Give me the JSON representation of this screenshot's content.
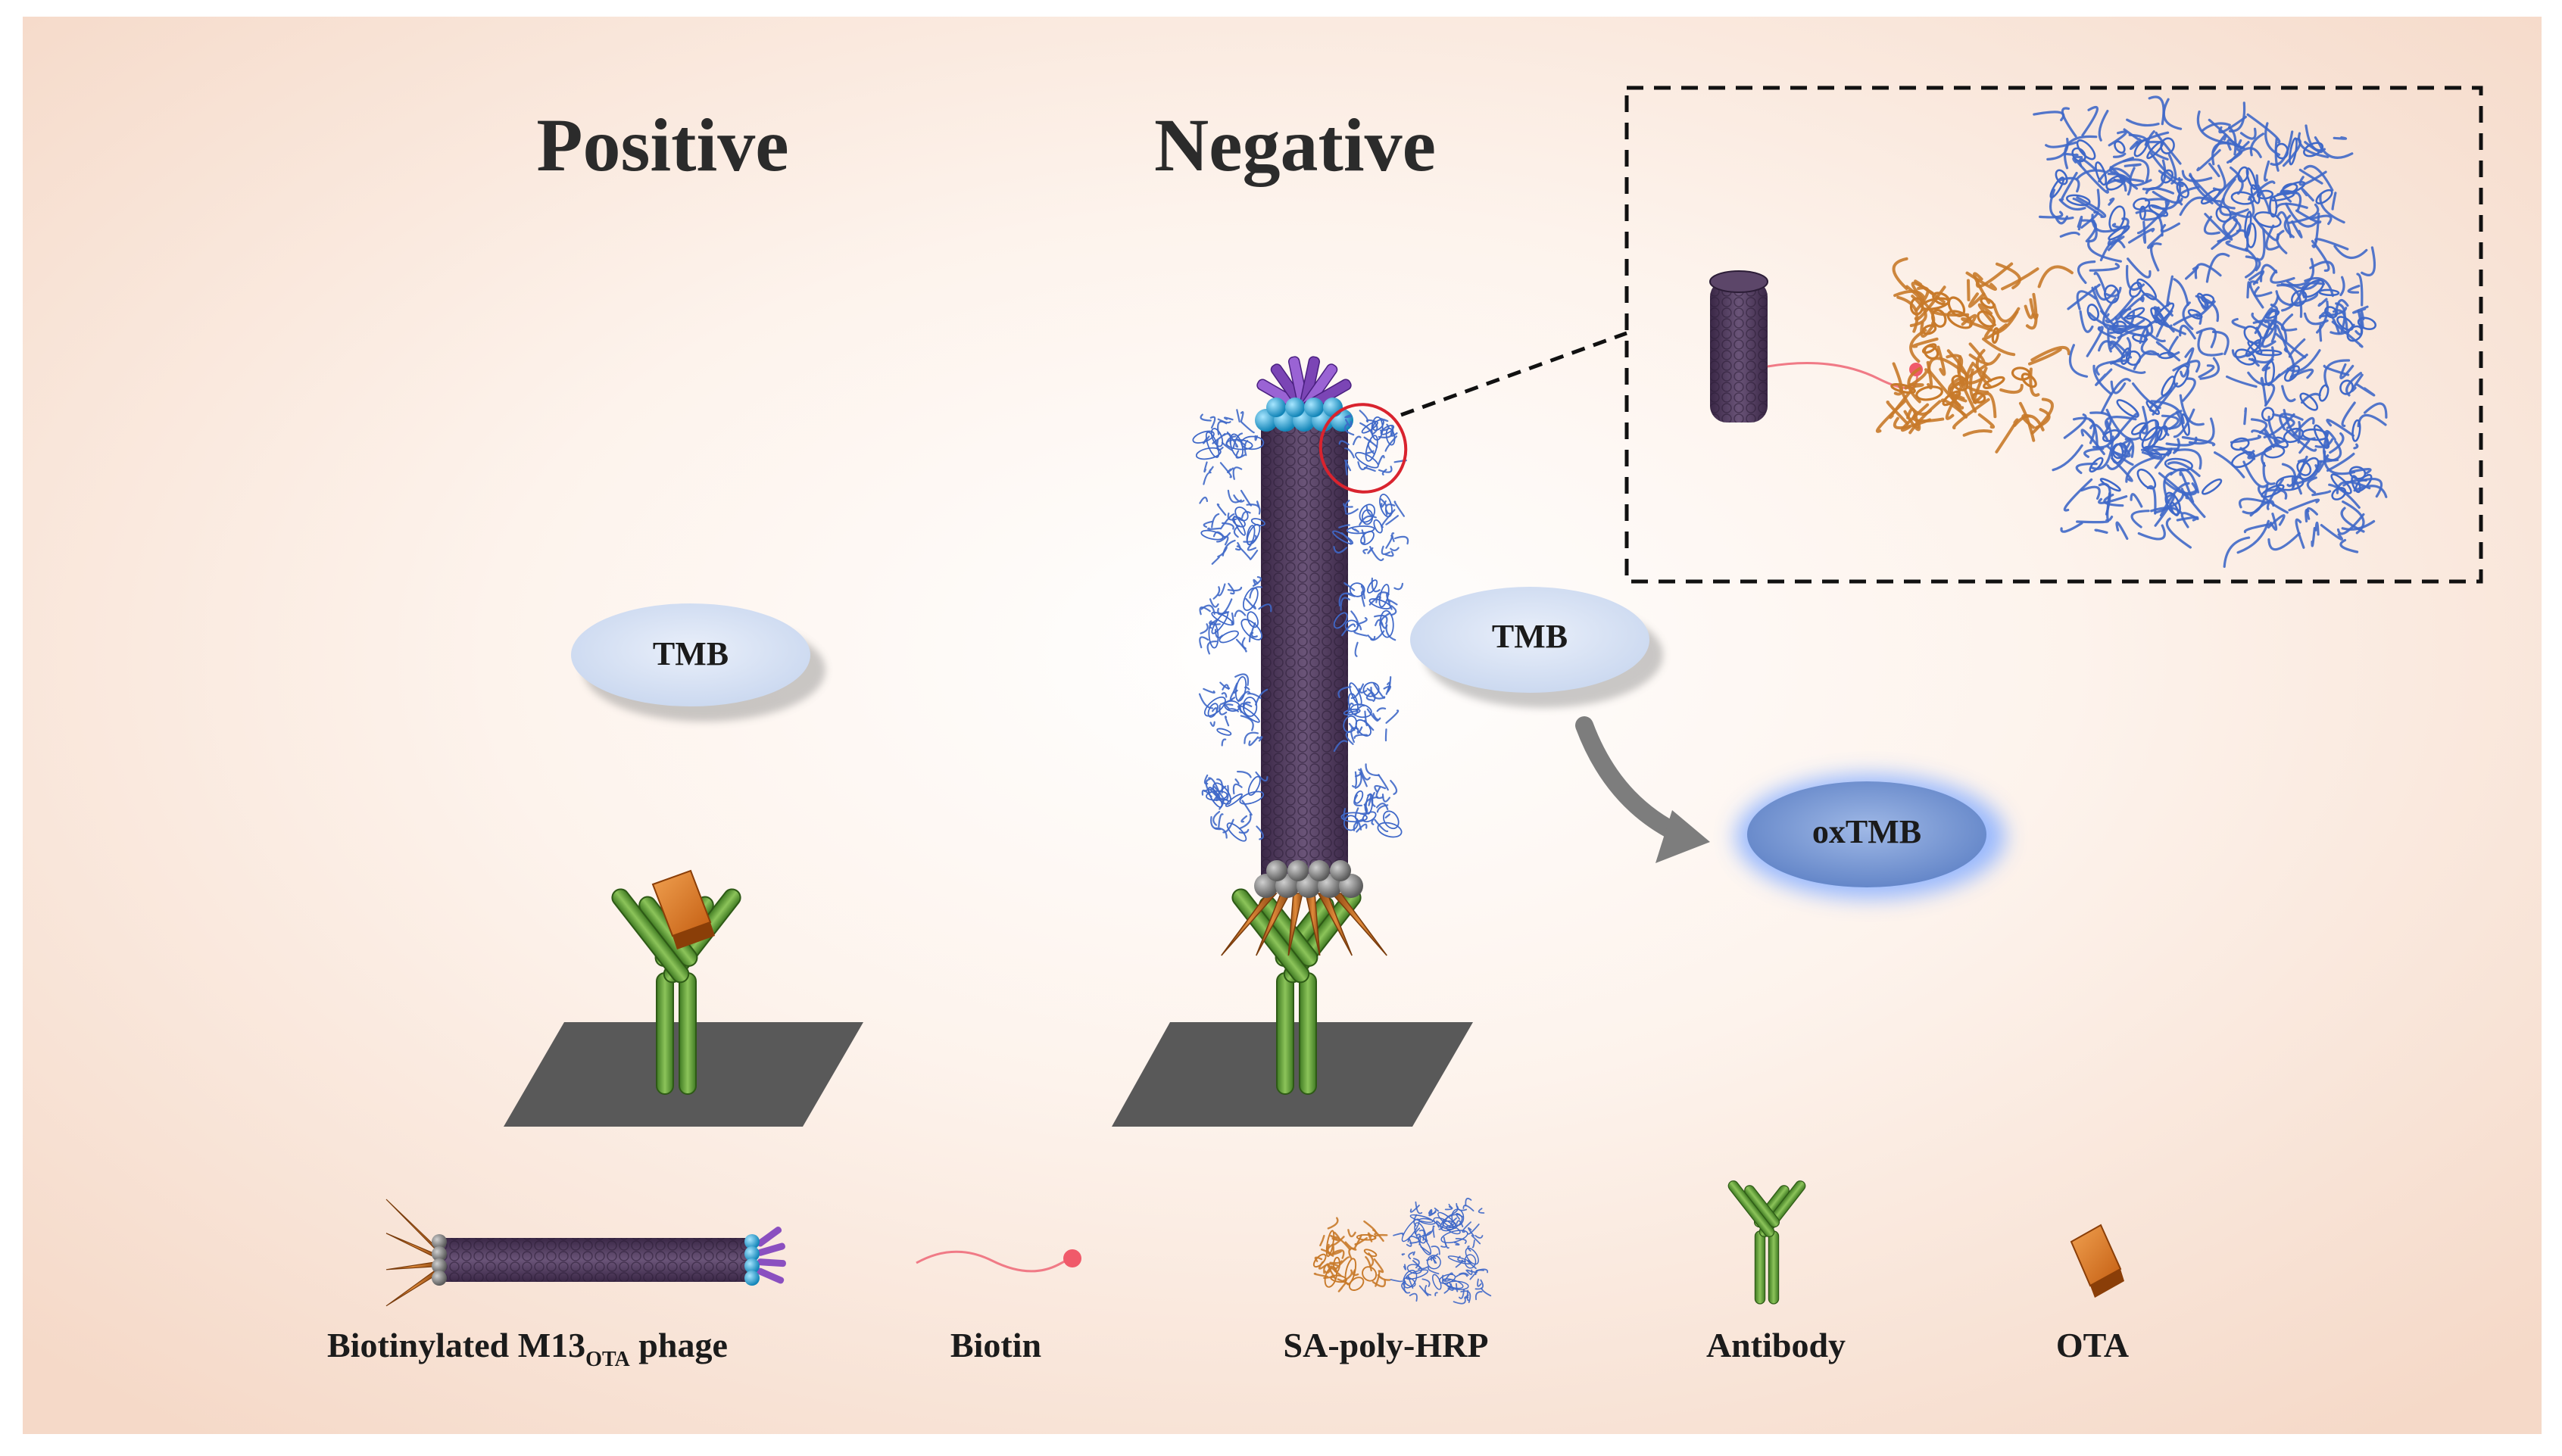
{
  "headings": {
    "positive": "Positive",
    "negative": "Negative"
  },
  "substrate": {
    "tmb_left": "TMB",
    "tmb_right": "TMB",
    "oxidized": "oxTMB"
  },
  "legend": {
    "phage_main": "Biotinylated M13",
    "phage_sub": "OTA",
    "phage_tail": " phage",
    "biotin": "Biotin",
    "sa_hrp": "SA-poly-HRP",
    "antibody": "Antibody",
    "ota": "OTA"
  },
  "colors": {
    "background_edge": "#f6dccd",
    "phage_body": "#4a3555",
    "phage_cap_beads": "#22a6d8",
    "phage_tail_beads": "#777777",
    "pili": "#8a4fc0",
    "tail_fibers": "#c46a1c",
    "hrp_protein": "#3f68c8",
    "streptavidin": "#c87a2a",
    "antibody": "#6da23d",
    "ota_block": "#d9731e",
    "plate": "#595959",
    "tmb": "#d8e3f4",
    "oxtmb": "#7f9ed6",
    "arrow": "#7d7d7d",
    "biotin_link": "#f07a86"
  }
}
